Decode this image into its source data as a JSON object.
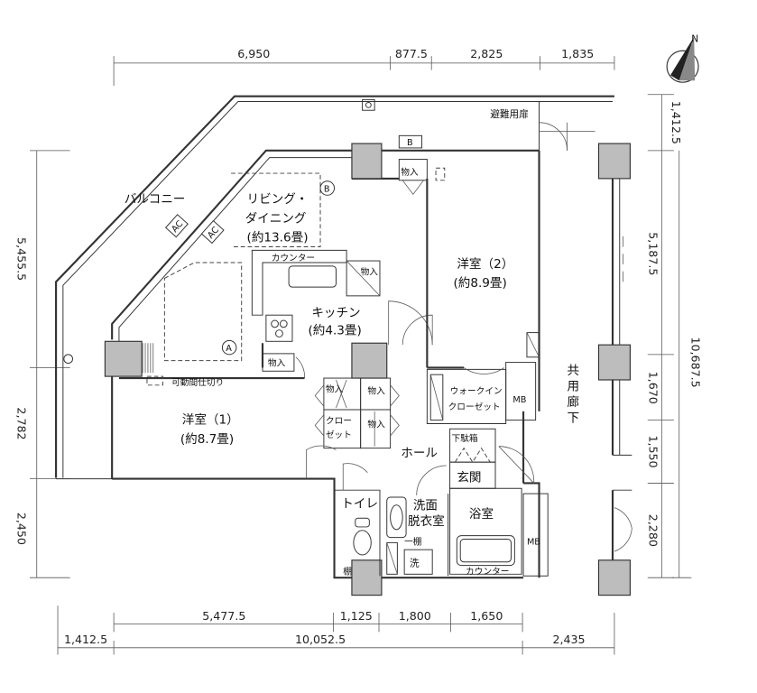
{
  "dimensions": {
    "top": [
      "6,950",
      "877.5",
      "2,825",
      "1,835"
    ],
    "bottom_row1": [
      "5,477.5",
      "1,125",
      "1,800",
      "1,650"
    ],
    "bottom_row2": [
      "1,412.5",
      "10,052.5",
      "2,435"
    ],
    "left": [
      "5,455.5",
      "2,782",
      "2,450"
    ],
    "right_inner": [
      "1,412.5",
      "5,187.5",
      "1,670",
      "1,550",
      "2,280"
    ],
    "right_outer": "10,687.5"
  },
  "compass": {
    "north_label": "N"
  },
  "rooms": {
    "balcony": "バルコニー",
    "ldk_name_line1": "リビング・",
    "ldk_name_line2": "ダイニング",
    "ldk_area": "(約13.6畳)",
    "counter_top": "カウンター",
    "kitchen_name": "キッチン",
    "kitchen_area": "(約4.3畳)",
    "western2_name": "洋室（2）",
    "western2_area": "(約8.9畳)",
    "western1_name": "洋室（1）",
    "western1_area": "(約8.7畳)",
    "walkin_line1": "ウォークイン",
    "walkin_line2": "クローゼット",
    "corridor": "共用廊下",
    "hall": "ホール",
    "shoe_box": "下駄箱",
    "entrance": "玄関",
    "toilet": "トイレ",
    "washroom_line1": "洗面",
    "washroom_line2": "脱衣室",
    "bath": "浴室",
    "closet_line1": "クロー",
    "closet_line2": "ゼット",
    "counter_bath": "カウンター"
  },
  "labels": {
    "storage": "物入",
    "mb": "MB",
    "evacuation_door": "避難用扉",
    "movable_partition": "可動間仕切り",
    "shelf": "棚",
    "shelf_small": "一棚",
    "wash": "洗",
    "marker_a": "A",
    "marker_b": "B",
    "box_b": "B",
    "ac": "AC"
  }
}
